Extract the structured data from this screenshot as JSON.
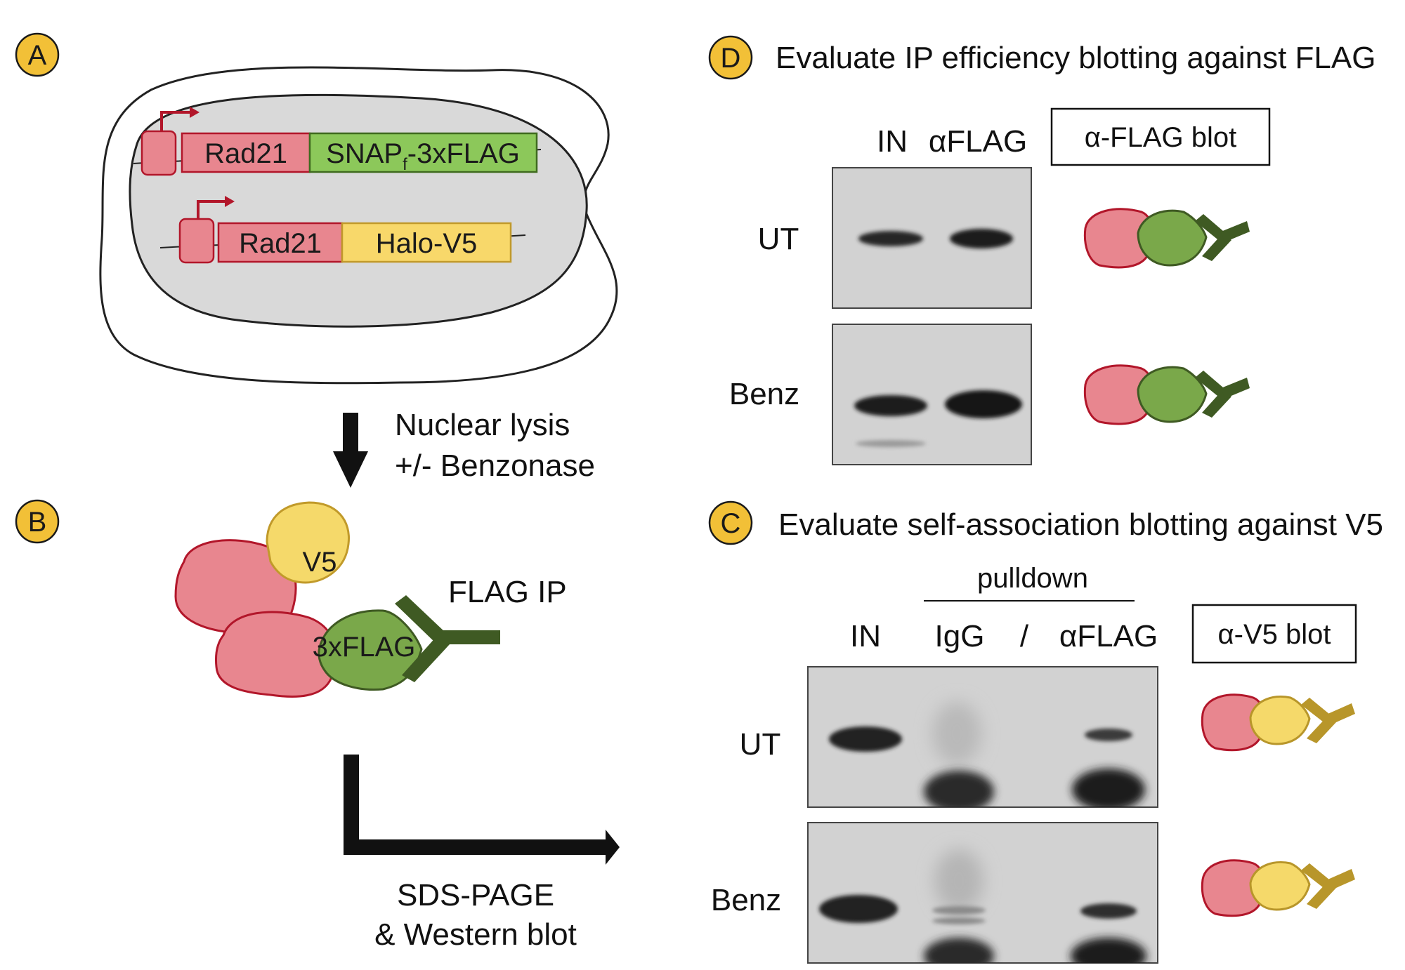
{
  "colors": {
    "badge": "#f2c037",
    "rad21_fill": "#e8868f",
    "rad21_stroke": "#b2162a",
    "snap_fill": "#8cc85a",
    "halo_fill": "#f8d86a",
    "flag_green": "#7aa84a",
    "antibody_flag": "#3f5a23",
    "v5_yellow": "#f5d96a",
    "antibody_v5": "#b8962a",
    "arrow": "#111111",
    "blot_bg": "#d2d2d2",
    "band": "#262626"
  },
  "panel_a": {
    "badge": "A",
    "construct1": {
      "gene": "Rad21",
      "tag_main": "SNAP",
      "tag_sub": "f",
      "tag_rest": "-3xFLAG"
    },
    "construct2": {
      "gene": "Rad21",
      "tag": "Halo-V5"
    }
  },
  "step1": {
    "line1": "Nuclear lysis",
    "line2": "+/- Benzonase"
  },
  "panel_b": {
    "badge": "B",
    "v5_label": "V5",
    "flag_label": "3xFLAG",
    "ip_label": "FLAG IP"
  },
  "step2": {
    "line1": "SDS-PAGE",
    "line2": "& Western blot"
  },
  "panel_d": {
    "badge": "D",
    "title": "Evaluate IP efficiency blotting against FLAG",
    "lanes": [
      "IN",
      "αFLAG"
    ],
    "blot_label": "α-FLAG blot",
    "rows": [
      "UT",
      "Benz"
    ]
  },
  "panel_c": {
    "badge": "C",
    "title": "Evaluate self-association blotting against V5",
    "pulldown_label": "pulldown",
    "lanes": [
      "IN",
      "IgG",
      "/",
      "αFLAG"
    ],
    "blot_label": "α-V5 blot",
    "rows": [
      "UT",
      "Benz"
    ]
  }
}
